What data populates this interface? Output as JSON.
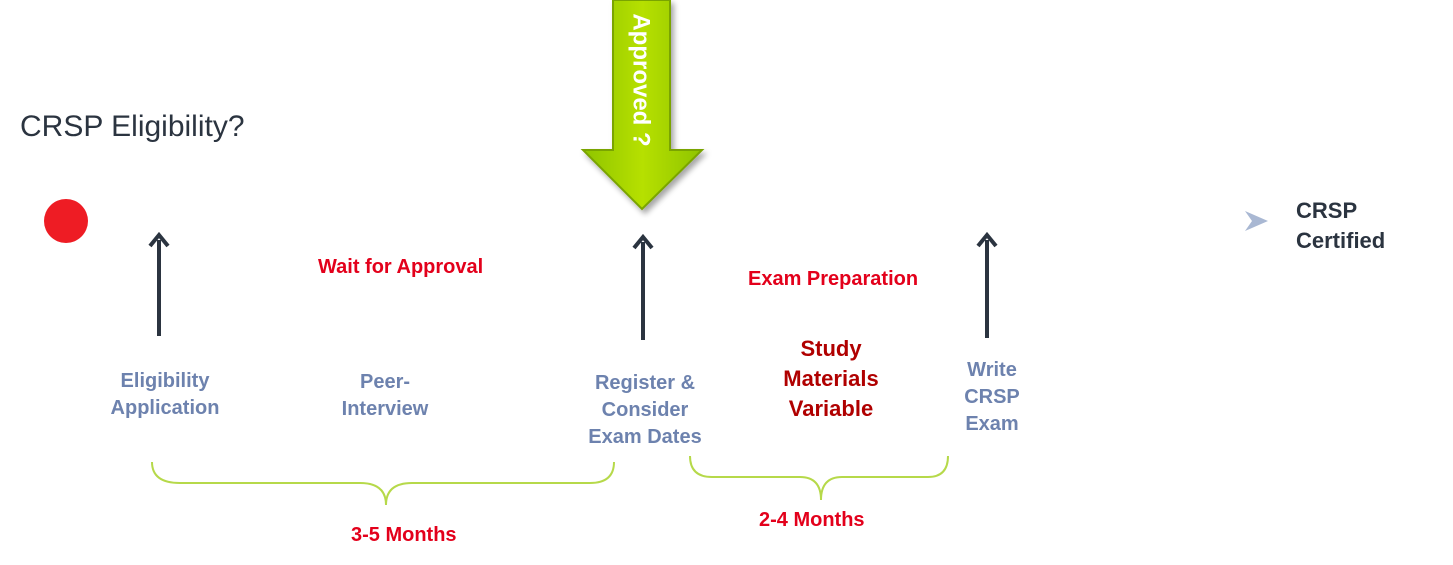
{
  "title": "CRSP Eligibility?",
  "end_label": {
    "line1": "CRSP",
    "line2": "Certified"
  },
  "approved_label": "Approved ?",
  "steps": {
    "eligibility": "Eligibility\nApplication",
    "peer": "Peer-\nInterview",
    "register": "Register &\nConsider\nExam Dates",
    "write": "Write\nCRSP\nExam"
  },
  "phases": {
    "wait": "Wait for Approval",
    "prep": "Exam Preparation",
    "study": "Study\nMaterials\nVariable"
  },
  "durations": {
    "first": "3-5 Months",
    "second": "2-4 Months"
  },
  "colors": {
    "timeline": "#a9b8d3",
    "start_dot": "#ee1c24",
    "up_arrow": "#2b3440",
    "approved_arrow": "#a8d400",
    "brace": "#b6d94a"
  }
}
